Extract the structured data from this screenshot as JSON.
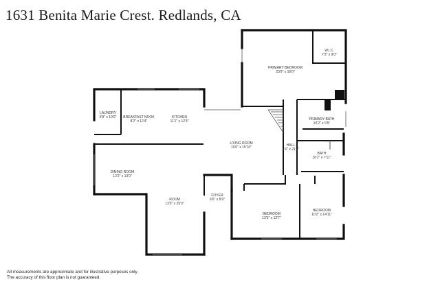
{
  "title": "1631 Benita Marie Crest. Redlands, CA",
  "rooms": {
    "laundry": {
      "name": "LAUNDRY",
      "dims": "5'8\" x 10'0\""
    },
    "breakfast": {
      "name": "BREAKFAST NOOK",
      "dims": "8'2\" x 12'4\""
    },
    "kitchen": {
      "name": "KITCHEN",
      "dims": "11'1\" x 12'4\""
    },
    "primary_bedroom": {
      "name": "PRIMARY BEDROOM",
      "dims": "23'9\" x 16'0\""
    },
    "wic": {
      "name": "W.I.C.",
      "dims": "7'3\" x 9'0\""
    },
    "primary_bath": {
      "name": "PRIMARY BATH",
      "dims": "10'2\" x 9'5\""
    },
    "living_room": {
      "name": "LIVING ROOM",
      "dims": "19'0\" x 15'10\""
    },
    "hall": {
      "name": "HALL",
      "dims": "3'6\" x 21'2\""
    },
    "bath": {
      "name": "BATH",
      "dims": "10'2\" x 7'11\""
    },
    "dining_room": {
      "name": "DINING ROOM",
      "dims": "12'2\" x 13'0\""
    },
    "room": {
      "name": "ROOM",
      "dims": "13'0\" x 25'9\""
    },
    "foyer": {
      "name": "FOYER",
      "dims": "6'6\" x 8'9\""
    },
    "bedroom1": {
      "name": "BEDROOM",
      "dims": "13'3\" x 12'7\""
    },
    "bedroom2": {
      "name": "BEDROOM",
      "dims": "10'2\" x 14'11\""
    }
  },
  "disclaimer": {
    "line1": "All measurements are approximate and for illustrative purposes only.",
    "line2": "The accuracy of this floor plan is not guaranteed."
  }
}
